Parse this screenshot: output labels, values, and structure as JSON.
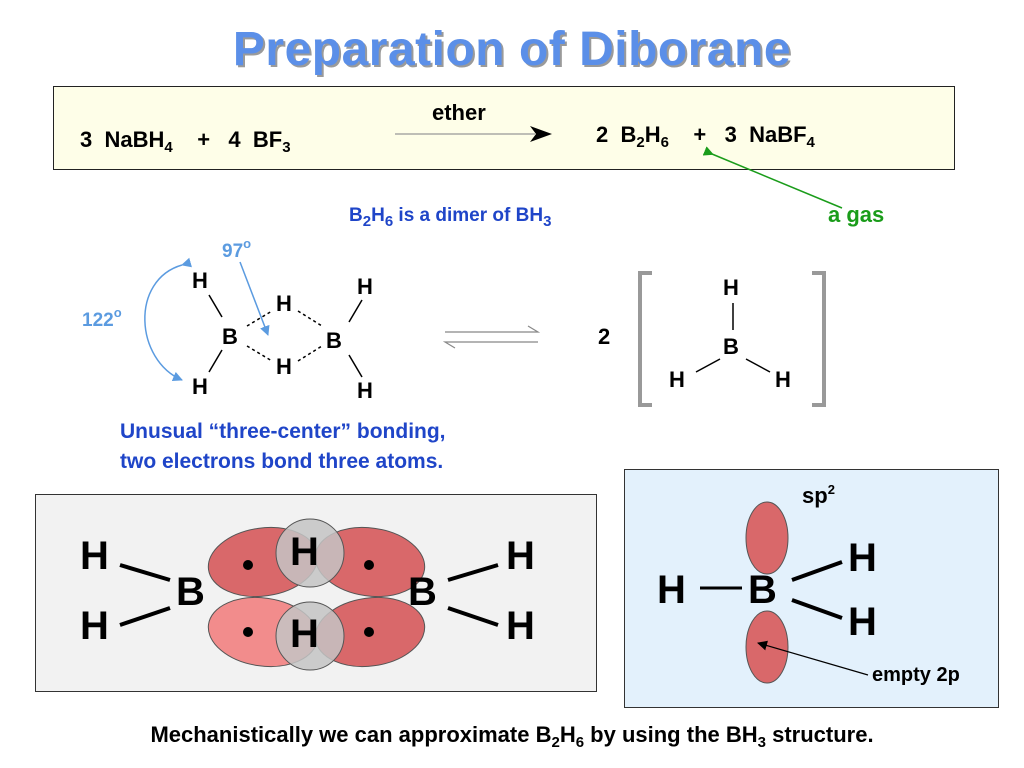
{
  "title": "Preparation of Diborane",
  "equation": {
    "reactant1_coef": "3",
    "reactant1": "NaBH",
    "reactant1_sub": "4",
    "plus": "+",
    "reactant2_coef": "4",
    "reactant2": "BF",
    "reactant2_sub": "3",
    "condition": "ether",
    "product1_coef": "2",
    "product1_a": "B",
    "product1_a_sub": "2",
    "product1_b": "H",
    "product1_b_sub": "6",
    "product2_coef": "3",
    "product2": "NaBF",
    "product2_sub": "4"
  },
  "gas_label": "a gas",
  "dimer_caption": {
    "a": "B",
    "a_sub": "2",
    "b": "H",
    "b_sub": "6",
    "c": " is a dimer of BH",
    "c_sub": "3"
  },
  "angles": {
    "small": "97",
    "small_sup": "o",
    "large": "122",
    "large_sup": "o"
  },
  "atoms": {
    "H": "H",
    "B": "B"
  },
  "monomer_coef": "2",
  "bonding_note": {
    "line1": "Unusual “three-center” bonding,",
    "line2": "two electrons bond three atoms."
  },
  "orbital_labels": {
    "sp2": "sp",
    "sp2_sup": "2",
    "empty": "empty 2p"
  },
  "footer": {
    "a": "Mechanistically we can approximate B",
    "a_sub": "2",
    "b": "H",
    "b_sub": "6",
    "c": " by using the BH",
    "c_sub": "3",
    "d": " structure."
  },
  "colors": {
    "title": "#5b8fe8",
    "blue_text": "#1f45c8",
    "green_text": "#1a9c1a",
    "lobe_red": "#d9686a",
    "lobe_pink": "#f28c8c",
    "h_gray": "#c4c4c4",
    "box_yellow": "#fefee8",
    "box_blue": "#e3f1fc"
  }
}
